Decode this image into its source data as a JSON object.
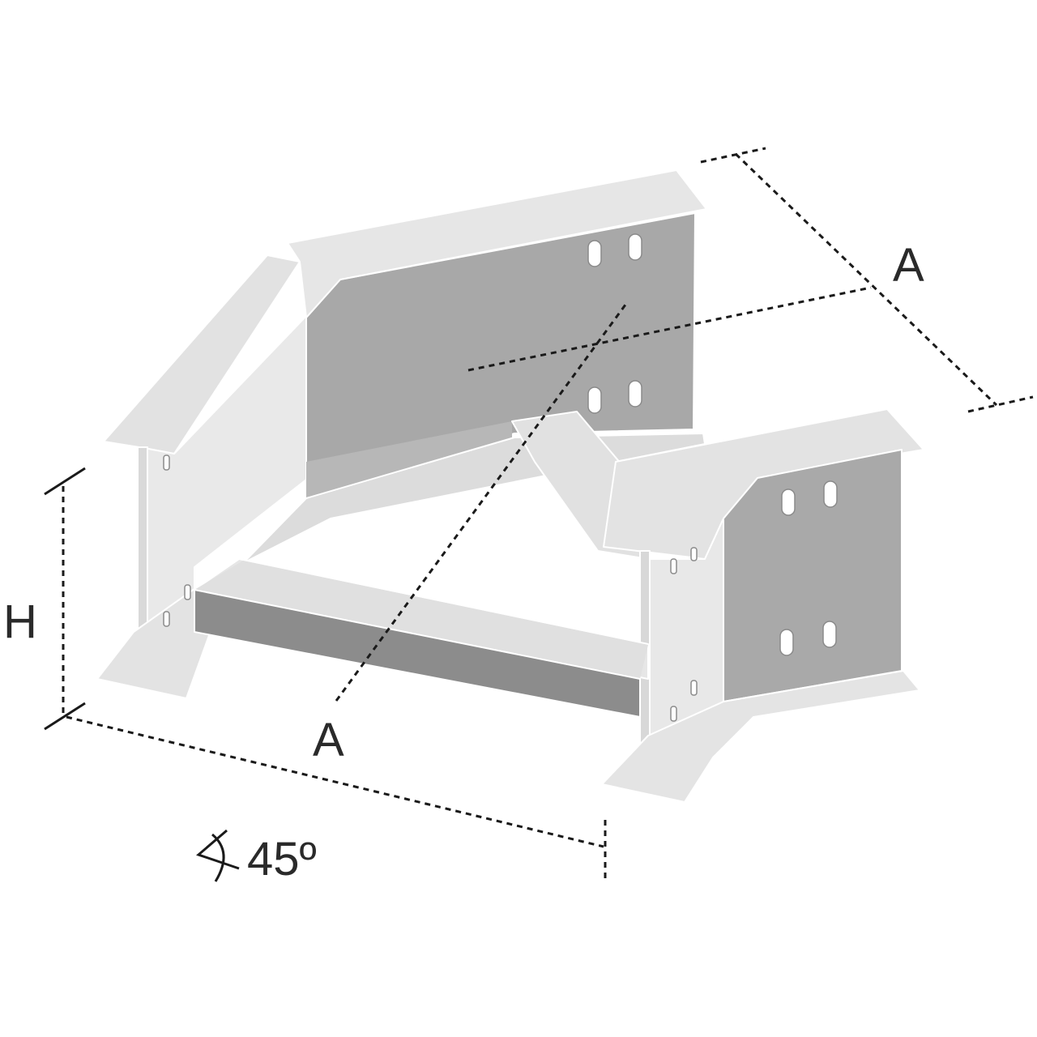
{
  "labels": {
    "dimension_a_top": "A",
    "dimension_a_bottom": "A",
    "dimension_h": "H",
    "angle_value": "45º"
  },
  "icons": {
    "angle_symbol": "angle-icon"
  },
  "colors": {
    "flange_light": "#e4e4e4",
    "flange_mid": "#d7d7d7",
    "side_wall_dark": "#a9a9a9",
    "rung_dark": "#8a8a8a",
    "dimension_line": "#1a1a1a",
    "text": "#2a2a2a"
  }
}
